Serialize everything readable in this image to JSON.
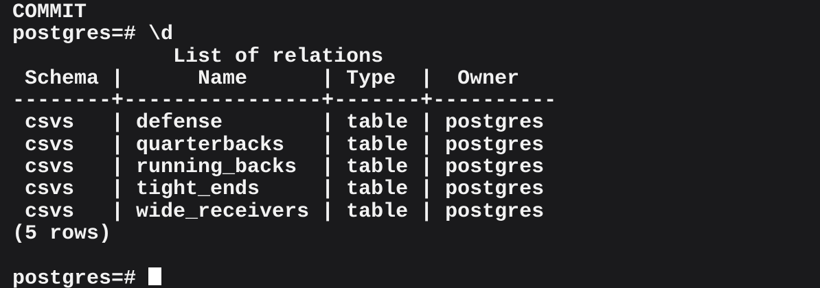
{
  "terminal": {
    "colors": {
      "background": "#1a1a1c",
      "foreground": "#f2f2f2",
      "cursor": "#ffffff"
    },
    "scrollback": {
      "commit_line": "COMMIT",
      "command_prompt": "postgres=# ",
      "command": "\\d"
    },
    "relations_table": {
      "title": "List of relations",
      "headers": [
        "Schema",
        "Name",
        "Type",
        "Owner"
      ],
      "rows": [
        [
          "csvs",
          "defense",
          "table",
          "postgres"
        ],
        [
          "csvs",
          "quarterbacks",
          "table",
          "postgres"
        ],
        [
          "csvs",
          "running_backs",
          "table",
          "postgres"
        ],
        [
          "csvs",
          "tight_ends",
          "table",
          "postgres"
        ],
        [
          "csvs",
          "wide_receivers",
          "table",
          "postgres"
        ]
      ],
      "row_count": 5,
      "footer": "(5 rows)"
    },
    "prompt": {
      "text": "postgres=# "
    }
  }
}
